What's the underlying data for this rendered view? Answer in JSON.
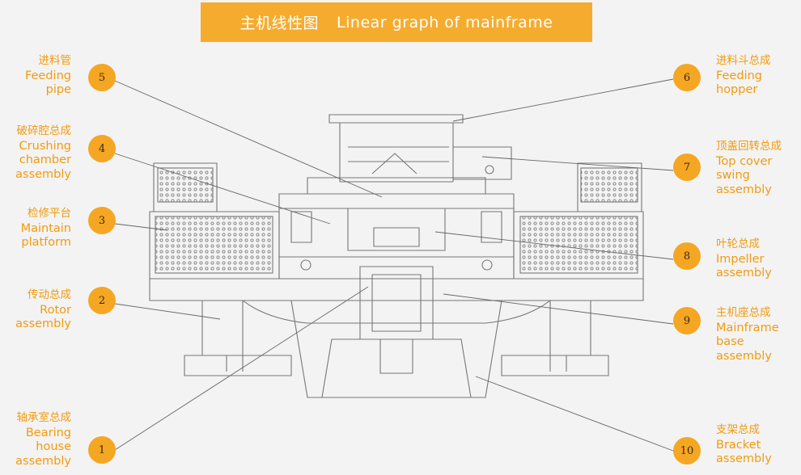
{
  "header": {
    "cn": "主机线性图",
    "en": "Linear graph of mainframe"
  },
  "colors": {
    "accent": "#f5ac2e",
    "label": "#f29b0d",
    "line": "#555555"
  },
  "parts": [
    {
      "id": "p1",
      "num": "1",
      "cn": "轴承室总成",
      "en": [
        "Bearing",
        "house",
        "assembly"
      ]
    },
    {
      "id": "p2",
      "num": "2",
      "cn": "传动总成",
      "en": [
        "Rotor",
        "assembly"
      ]
    },
    {
      "id": "p3",
      "num": "3",
      "cn": "检修平台",
      "en": [
        "Maintain",
        "platform"
      ]
    },
    {
      "id": "p4",
      "num": "4",
      "cn": "破碎腔总成",
      "en": [
        "Crushing",
        "chamber",
        "assembly"
      ]
    },
    {
      "id": "p5",
      "num": "5",
      "cn": "进料管",
      "en": [
        "Feeding",
        "pipe"
      ]
    },
    {
      "id": "p6",
      "num": "6",
      "cn": "进料斗总成",
      "en": [
        "Feeding",
        "hopper"
      ]
    },
    {
      "id": "p7",
      "num": "7",
      "cn": "顶盖回转总成",
      "en": [
        "Top cover",
        "swing",
        "assembly"
      ]
    },
    {
      "id": "p8",
      "num": "8",
      "cn": "叶轮总成",
      "en": [
        "Impeller",
        "assembly"
      ]
    },
    {
      "id": "p9",
      "num": "9",
      "cn": "主机座总成",
      "en": [
        "Mainframe",
        "base",
        "assembly"
      ]
    },
    {
      "id": "p10",
      "num": "10",
      "cn": "支架总成",
      "en": [
        "Bracket",
        "assembly"
      ]
    }
  ]
}
